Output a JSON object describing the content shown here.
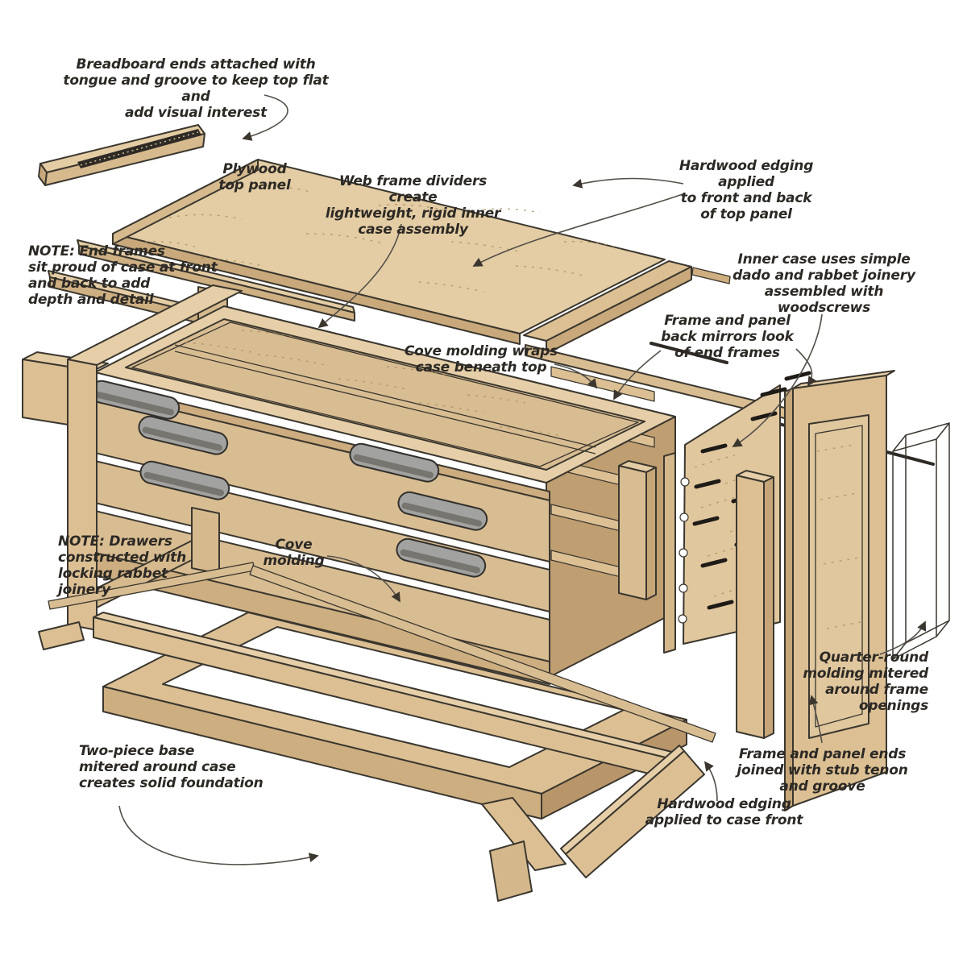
{
  "labels": {
    "breadboard_ends": "Breadboard ends attached with\ntongue and groove to keep top flat and\nadd visual interest",
    "plywood_top_panel": "Plywood\ntop panel",
    "web_frame_dividers": "Web frame dividers create\nlightweight, rigid inner\ncase assembly",
    "hardwood_edging_top": "Hardwood edging applied\nto front and back\nof top panel",
    "note_end_frames": "NOTE: End frames\nsit proud of case at front\nand back to add\ndepth and detail",
    "inner_case_joinery": "Inner case uses simple\ndado and rabbet joinery\nassembled with woodscrews",
    "frame_panel_back": "Frame and panel\nback mirrors look\nof end frames",
    "cove_molding_wraps": "Cove molding wraps\ncase beneath top",
    "note_drawers": "NOTE: Drawers\nconstructed with\nlocking rabbet\njoinery",
    "cove_molding": "Cove\nmolding",
    "two_piece_base": "Two-piece base\nmitered around case\ncreates solid foundation",
    "quarter_round": "Quarter-round\nmolding mitered\naround frame\nopenings",
    "frame_panel_ends": "Frame and panel ends\njoined with stub tenon\nand groove",
    "hardwood_edging_front": "Hardwood edging\napplied to case front"
  },
  "colors": {
    "background": "#ffffff",
    "wood_light": "#e6cfa8",
    "wood": "#dcc094",
    "wood_mid": "#d9bd92",
    "wood_shade": "#cdae80",
    "wood_dark": "#c6a678",
    "outline": "#3b372f",
    "groove_black": "#2e2a25",
    "pull_gray": "#a2a2a0",
    "pull_shadow": "#77756f",
    "leader_line": "#54504a",
    "label_text": "#2c2925"
  }
}
